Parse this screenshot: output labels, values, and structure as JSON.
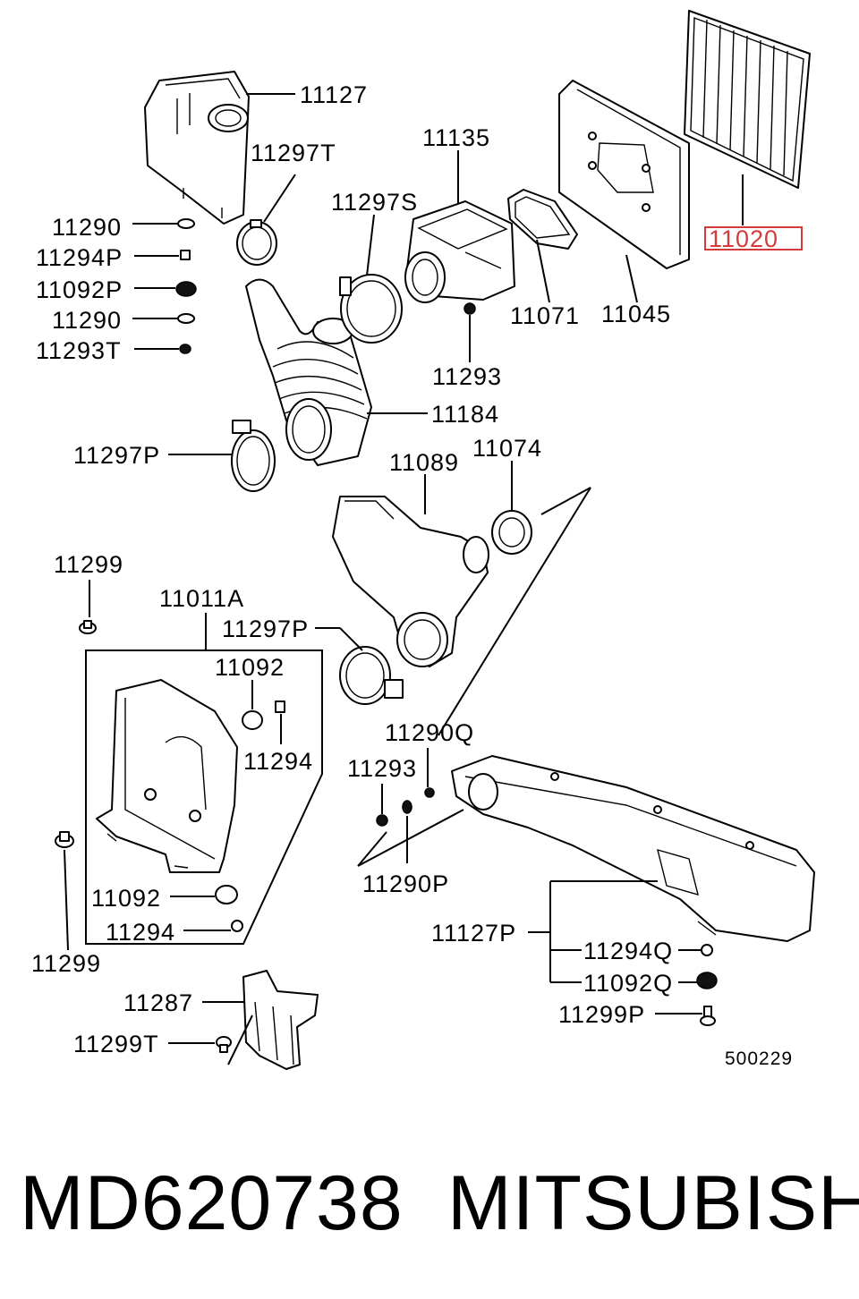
{
  "diagram": {
    "labels": {
      "l11127": "11127",
      "l11297T": "11297T",
      "l11135": "11135",
      "l11297S": "11297S",
      "l11020": "11020",
      "l11290a": "11290",
      "l11294P": "11294P",
      "l11092P": "11092P",
      "l11290b": "11290",
      "l11293T": "11293T",
      "l11071": "11071",
      "l11045": "11045",
      "l11293a": "11293",
      "l11184": "11184",
      "l11297Pa": "11297P",
      "l11089": "11089",
      "l11074": "11074",
      "l11299a": "11299",
      "l11011A": "11011A",
      "l11297Pb": "11297P",
      "l11092a": "11092",
      "l11294a": "11294",
      "l11290Q": "11290Q",
      "l11293b": "11293",
      "l11290P": "11290P",
      "l11092b": "11092",
      "l11294b": "11294",
      "l11127P": "11127P",
      "l11294Q": "11294Q",
      "l11299b": "11299",
      "l11092Q": "11092Q",
      "l11287": "11287",
      "l11299P": "11299P",
      "l11299T": "11299T",
      "code": "500229"
    },
    "highlight_color": "#d43a3a"
  },
  "footer": {
    "part_number": "MD620738",
    "brand": "MITSUBISHI"
  }
}
